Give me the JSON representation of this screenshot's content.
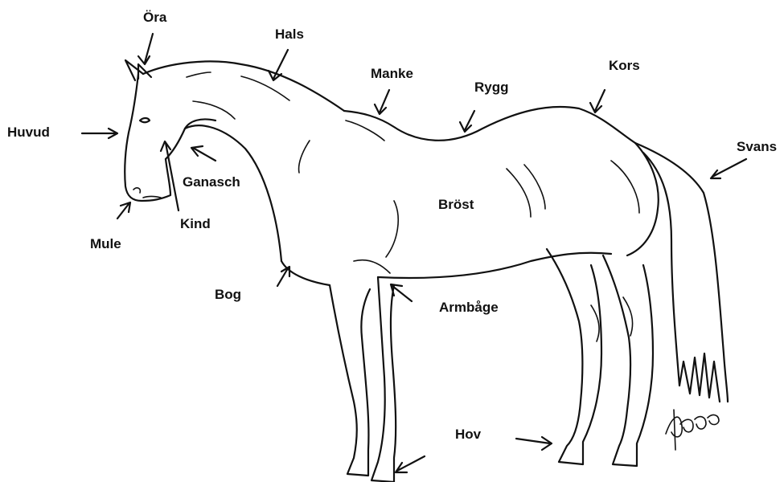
{
  "labels": {
    "ora": "Öra",
    "hals": "Hals",
    "manke": "Manke",
    "rygg": "Rygg",
    "kors": "Kors",
    "huvud": "Huvud",
    "svans": "Svans",
    "ganasch": "Ganasch",
    "brost": "Bröst",
    "kind": "Kind",
    "mule": "Mule",
    "bog": "Bog",
    "armbage": "Armbåge",
    "hov": "Hov"
  },
  "signature": "Börö"
}
